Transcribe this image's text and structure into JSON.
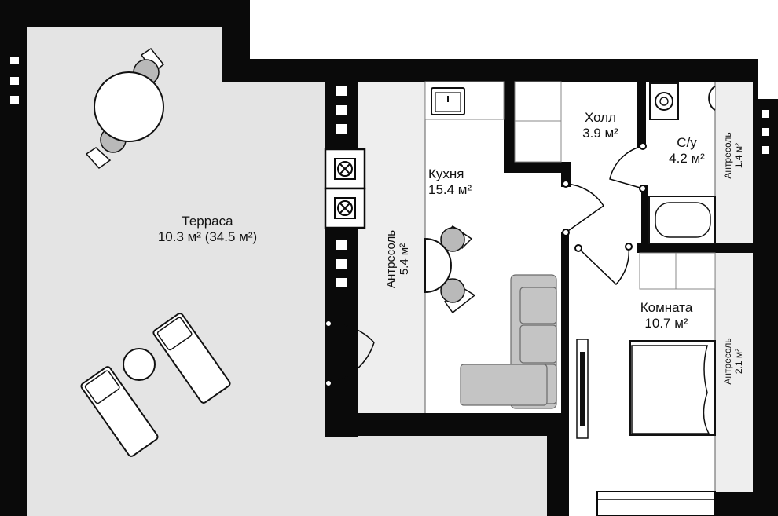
{
  "plan": {
    "rooms": [
      {
        "id": "terrace",
        "name": "Терраса",
        "area": "10.3 м² (34.5 м²)"
      },
      {
        "id": "kitchen",
        "name": "Кухня",
        "area": "15.4 м²"
      },
      {
        "id": "hall",
        "name": "Холл",
        "area": "3.9 м²"
      },
      {
        "id": "bathroom",
        "name": "С/у",
        "area": "4.2 м²"
      },
      {
        "id": "room",
        "name": "Комната",
        "area": "10.7 м²"
      }
    ],
    "mezzanines": [
      {
        "id": "mezz-kitchen",
        "name": "Антресоль",
        "area": "5.4 м²"
      },
      {
        "id": "mezz-bathroom",
        "name": "Антресоль",
        "area": "1.4 м²"
      },
      {
        "id": "mezz-room",
        "name": "Антресоль",
        "area": "2.1 м²"
      }
    ]
  },
  "colors": {
    "wall": "#0a0a0a",
    "terrace_floor": "#e4e4e4",
    "room_floor": "#ffffff",
    "mezzanine_floor": "#eeeeee",
    "furniture_gray": "#b9b9b9",
    "sofa_gray": "#c4c4c4"
  }
}
